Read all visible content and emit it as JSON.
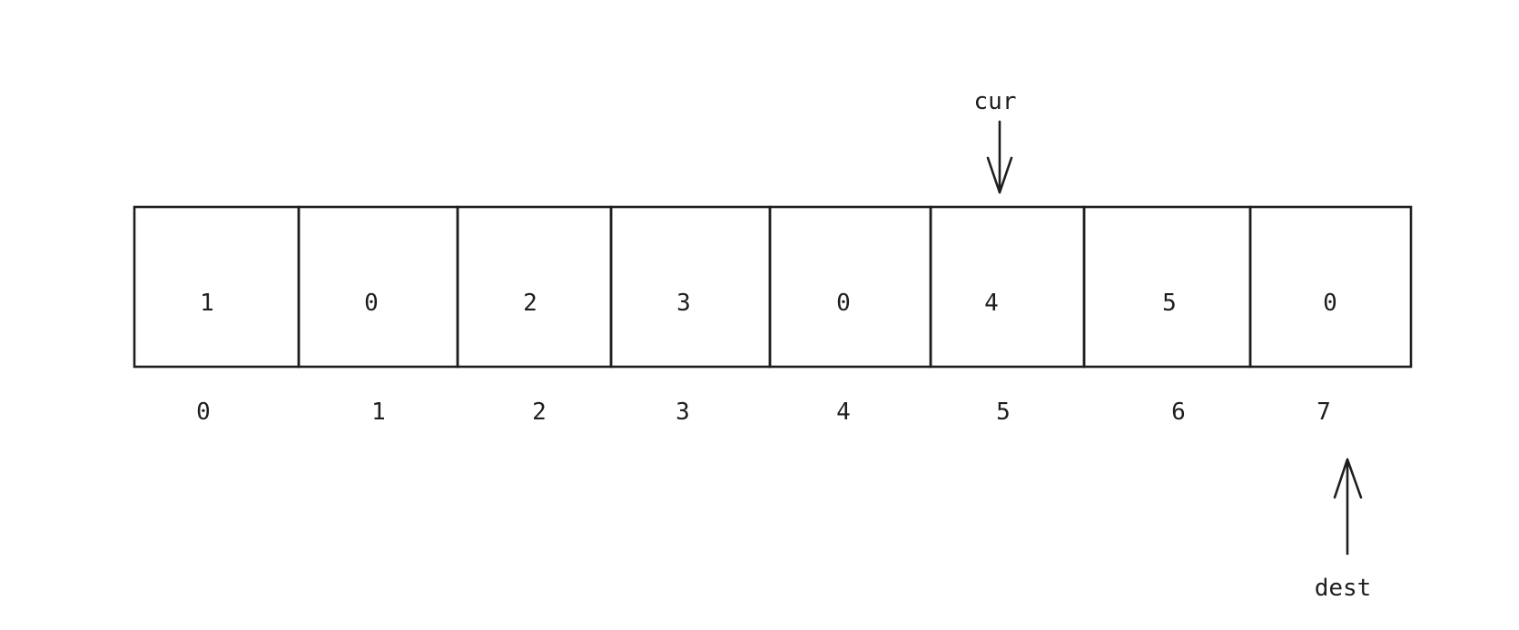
{
  "array": {
    "values": [
      "1",
      "0",
      "2",
      "3",
      "0",
      "4",
      "5",
      "0"
    ],
    "indices": [
      "0",
      "1",
      "2",
      "3",
      "4",
      "5",
      "6",
      "7"
    ]
  },
  "pointers": {
    "cur": {
      "label": "cur",
      "index": 5
    },
    "dest": {
      "label": "dest",
      "index": 7
    }
  }
}
